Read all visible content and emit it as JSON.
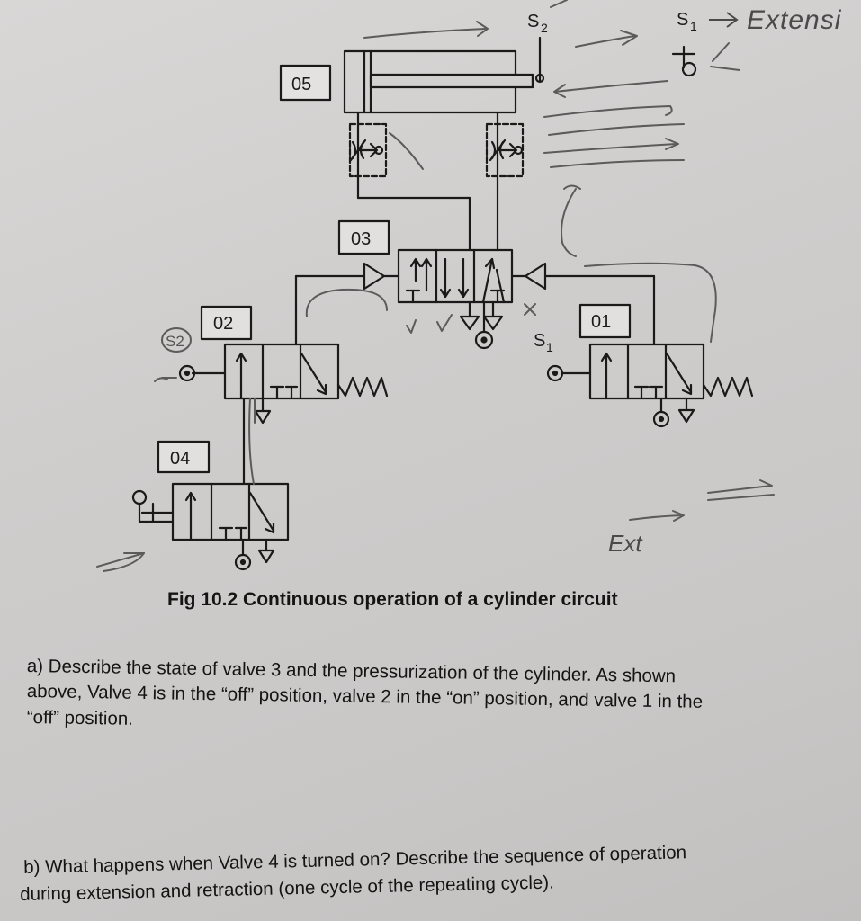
{
  "figure": {
    "caption": "Fig 10.2 Continuous operation of a cylinder circuit",
    "valve_labels": {
      "v05": "05",
      "v03": "03",
      "v02": "02",
      "v01": "01",
      "v04": "04"
    },
    "sensor_labels": {
      "s2_top": "S",
      "s2_top_sub": "2",
      "s1_top": "S",
      "s1_top_sub": "1",
      "s1_mid": "S",
      "s1_mid_sub": "1"
    },
    "annotations": {
      "s2_circled": "S2",
      "extension_note_s": "S",
      "extension_note_sub": "1",
      "extension_note_text": "Extensi",
      "ext_note": "Ext",
      "x_mark": "X"
    },
    "colors": {
      "ink": "#1a1a1a",
      "pencil": "#5b5b5b"
    }
  },
  "questions": {
    "a_line1": "a) Describe the state of valve 3 and the pressurization of the cylinder. As shown",
    "a_line2": "above, Valve 4 is in the “off” position, valve 2 in the “on” position, and valve 1 in the",
    "a_line3": "“off” position.",
    "b_line1": "b) What happens when Valve 4 is turned on? Describe the sequence of operation",
    "b_line2": "during extension and retraction (one cycle of the repeating cycle)."
  }
}
